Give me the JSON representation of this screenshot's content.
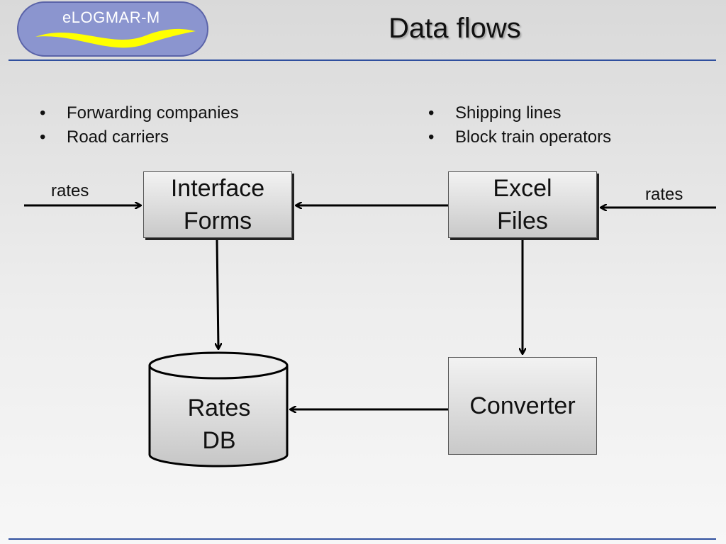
{
  "logo": {
    "text": "eLOGMAR-M",
    "bg_color": "#8b95cf",
    "swoosh_color": "#ffff00"
  },
  "title": "Data flows",
  "accent_color": "#2f4f9e",
  "left_list": [
    "Forwarding companies",
    "Road carriers"
  ],
  "right_list": [
    "Shipping lines",
    "Block train operators"
  ],
  "nodes": {
    "interface_forms": "Interface\nForms",
    "excel_files": "Excel\nFiles",
    "converter": "Converter",
    "rates_db": "Rates\nDB"
  },
  "edge_labels": {
    "rates_left": "rates",
    "rates_right": "rates"
  }
}
